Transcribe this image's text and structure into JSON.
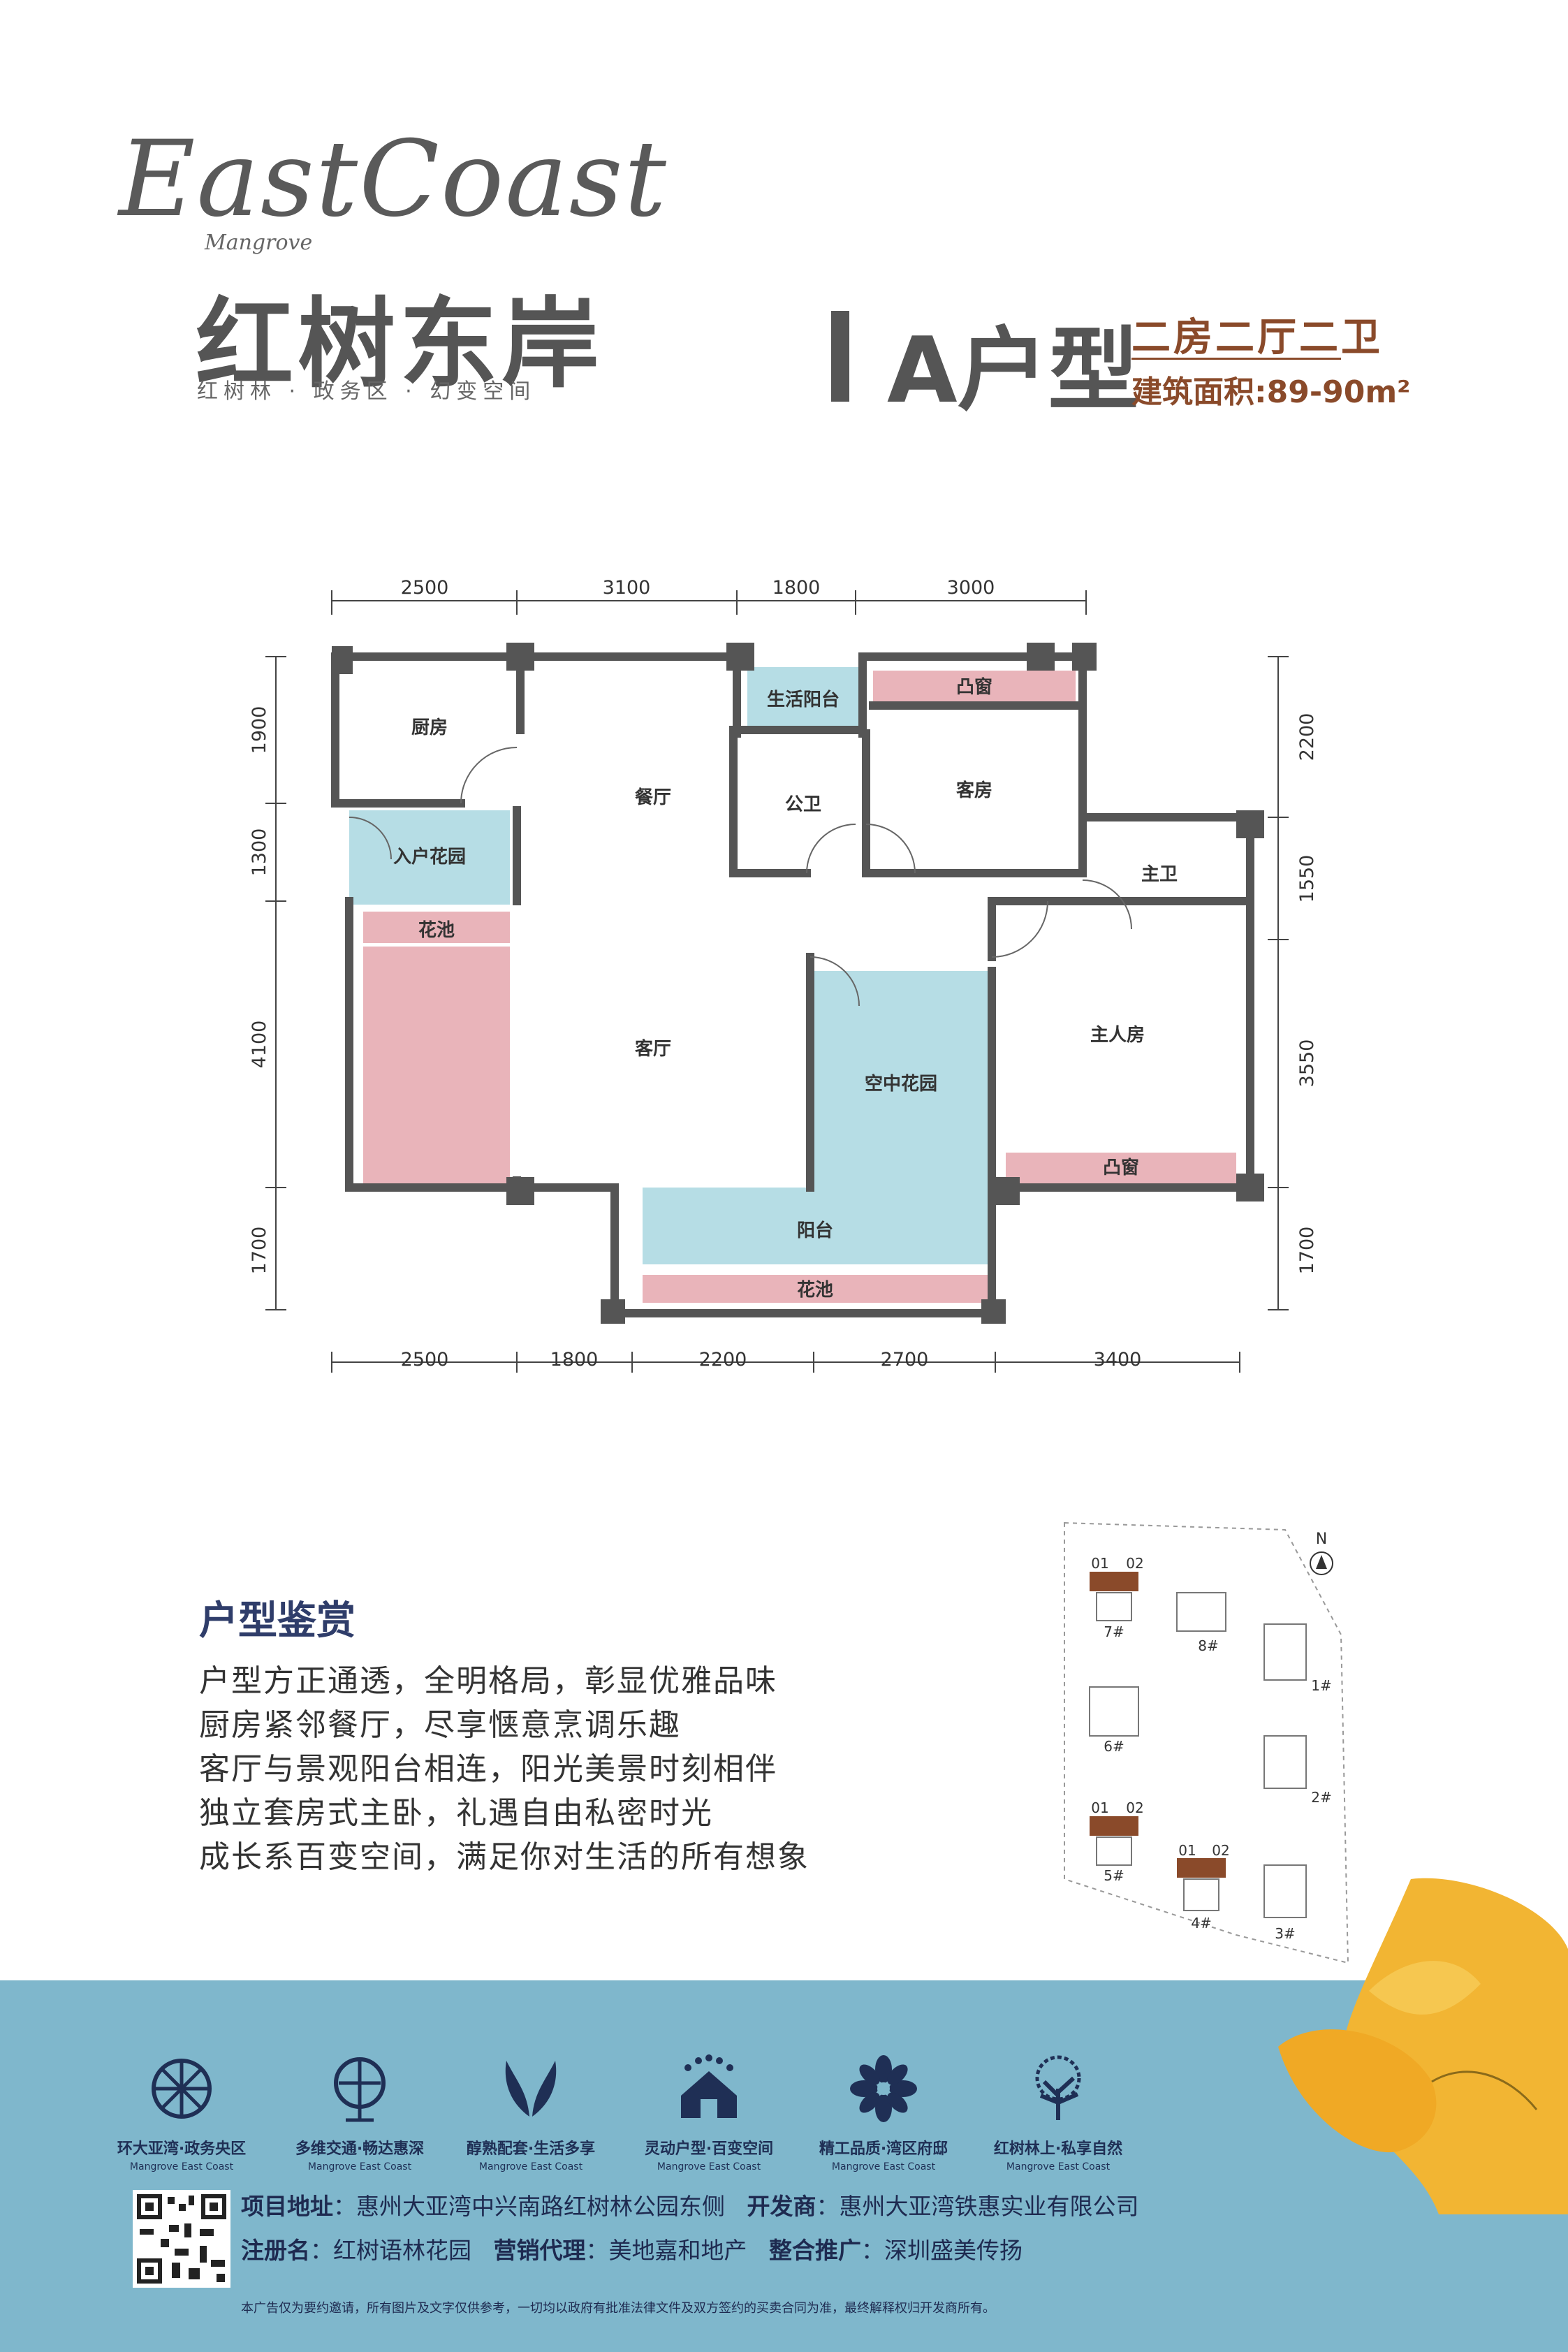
{
  "brand": {
    "script_logo": "EastCoast",
    "script_sub": "Mangrove",
    "name_cn": "红树东岸",
    "slogan": "红树林 · 政务区 · 幻变空间"
  },
  "unit": {
    "title": "A户型",
    "rooms": "二房二厅二卫",
    "area": "建筑面积:89-90m²"
  },
  "dimensions": {
    "top": [
      "2500",
      "3100",
      "1800",
      "3000"
    ],
    "bottom": [
      "2500",
      "1800",
      "2200",
      "2700",
      "3400"
    ],
    "left": [
      "1900",
      "1300",
      "4100",
      "1700"
    ],
    "right": [
      "2200",
      "1550",
      "3550",
      "1700"
    ]
  },
  "rooms": {
    "kitchen": "厨房",
    "dining": "餐厅",
    "service_balcony": "生活阳台",
    "bay_window_top": "凸窗",
    "public_bath": "公卫",
    "guest_room": "客房",
    "master_bath": "主卫",
    "entry_garden": "入户花园",
    "planter_left": "花池",
    "living": "客厅",
    "sky_garden": "空中花园",
    "master_bedroom": "主人房",
    "bay_window_bottom": "凸窗",
    "balcony": "阳台",
    "planter_bottom": "花池"
  },
  "siteplan": {
    "north": "N",
    "labels": [
      "01",
      "02",
      "7#",
      "8#",
      "1#",
      "6#",
      "2#",
      "01",
      "02",
      "5#",
      "01",
      "02",
      "4#",
      "3#"
    ]
  },
  "appreciation": {
    "title": "户型鉴赏",
    "lines": [
      "户型方正通透，全明格局，彰显优雅品味",
      "厨房紧邻餐厅，尽享惬意烹调乐趣",
      "客厅与景观阳台相连，阳光美景时刻相伴",
      "独立套房式主卧，礼遇自由私密时光",
      "成长系百变空间，满足你对生活的所有想象"
    ]
  },
  "features": [
    {
      "label": "环大亚湾·政务央区",
      "sub": "Mangrove East Coast",
      "icon": "radial-icon"
    },
    {
      "label": "多维交通·畅达惠深",
      "sub": "Mangrove East Coast",
      "icon": "tree-globe-icon"
    },
    {
      "label": "醇熟配套·生活多享",
      "sub": "Mangrove East Coast",
      "icon": "wings-icon"
    },
    {
      "label": "灵动户型·百变空间",
      "sub": "Mangrove East Coast",
      "icon": "house-stars-icon"
    },
    {
      "label": "精工品质·湾区府邸",
      "sub": "Mangrove East Coast",
      "icon": "flower-icon"
    },
    {
      "label": "红树林上·私享自然",
      "sub": "Mangrove East Coast",
      "icon": "tree-icon"
    }
  ],
  "footer": {
    "address_label": "项目地址",
    "address": "：惠州大亚湾中兴南路红树林公园东侧",
    "developer_label": "开发商",
    "developer": "：惠州大亚湾铁惠实业有限公司",
    "reg_label": "注册名",
    "reg": "：红树语林花园",
    "agent_label": "营销代理",
    "agent": "：美地嘉和地产",
    "promo_label": "整合推广",
    "promo": "：深圳盛美传扬",
    "disclaimer": "本广告仅为要约邀请，所有图片及文字仅供参考，一切均以政府有批准法律文件及双方签约的买卖合同为准，最终解释权归开发商所有。"
  },
  "colors": {
    "wall": "#555555",
    "pink": "#e9b4ba",
    "blue": "#b6dde5",
    "band": "#7fb7cc",
    "brown": "#8a4a2a",
    "navy": "#2f3d6a"
  }
}
